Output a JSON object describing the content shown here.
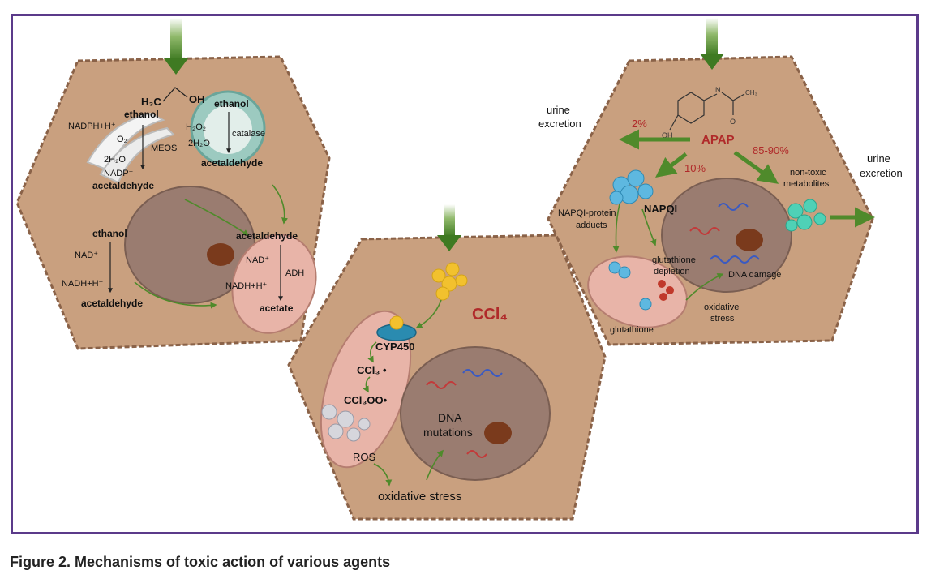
{
  "caption": "Figure 2. Mechanisms of toxic action of various agents",
  "colors": {
    "frame": "#5b3a8a",
    "cell": "#c9a07f",
    "cell_border": "#8a6248",
    "nucleus": "#9a7c70",
    "nucleolus": "#7a3a1c",
    "arrow_green": "#4f8a2b",
    "mito_fill": "#e8b4a8",
    "highlight_red": "#b02a2a"
  },
  "ethanol_cell": {
    "molecule_h3c": "H₃C",
    "molecule_oh": "OH",
    "ethanol_top": "ethanol",
    "meos": {
      "nadph": "NADPH+H⁺",
      "o2": "O₂",
      "meos": "MEOS",
      "h2o": "2H₂O",
      "nadp": "NADP⁺",
      "acetaldehyde": "acetaldehyde"
    },
    "peroxisome": {
      "ethanol": "ethanol",
      "h2o2": "H₂O₂",
      "catalase": "catalase",
      "h2o": "2H₂O",
      "acetaldehyde": "acetaldehyde"
    },
    "cytosol": {
      "ethanol": "ethanol",
      "nad": "NAD⁺",
      "nadh": "NADH+H⁺",
      "acetaldehyde": "acetaldehyde"
    },
    "mito": {
      "acetaldehyde": "acetaldehyde",
      "nad": "NAD⁺",
      "adh": "ADH",
      "nadh": "NADH+H⁺",
      "acetate": "acetate"
    }
  },
  "ccl4_cell": {
    "agent": "CCl₄",
    "cyp450": "CYP450",
    "ccl3": "CCl₃ •",
    "ccl3oo": "CCl₃OO•",
    "ros": "ROS",
    "oxidative_stress": "oxidative stress",
    "dna_mutations_1": "DNA",
    "dna_mutations_2": "mutations"
  },
  "apap_cell": {
    "molecule_oh": "OH",
    "molecule_ch3": "CH₃",
    "molecule_o": "O",
    "molecule_nh": "N",
    "agent": "APAP",
    "urine_left_1": "urine",
    "urine_left_2": "excretion",
    "pct_2": "2%",
    "pct_10": "10%",
    "pct_85": "85-90%",
    "urine_right_1": "urine",
    "urine_right_2": "excretion",
    "nontoxic_1": "non-toxic",
    "nontoxic_2": "metabolites",
    "napqi_adducts_1": "NAPQI-protein",
    "napqi_adducts_2": "adducts",
    "napqi": "NAPQI",
    "glut_depl_1": "glutathione",
    "glut_depl_2": "depletion",
    "dna_damage": "DNA damage",
    "glutathione": "glutathione",
    "ox_stress_1": "oxidative",
    "ox_stress_2": "stress"
  }
}
